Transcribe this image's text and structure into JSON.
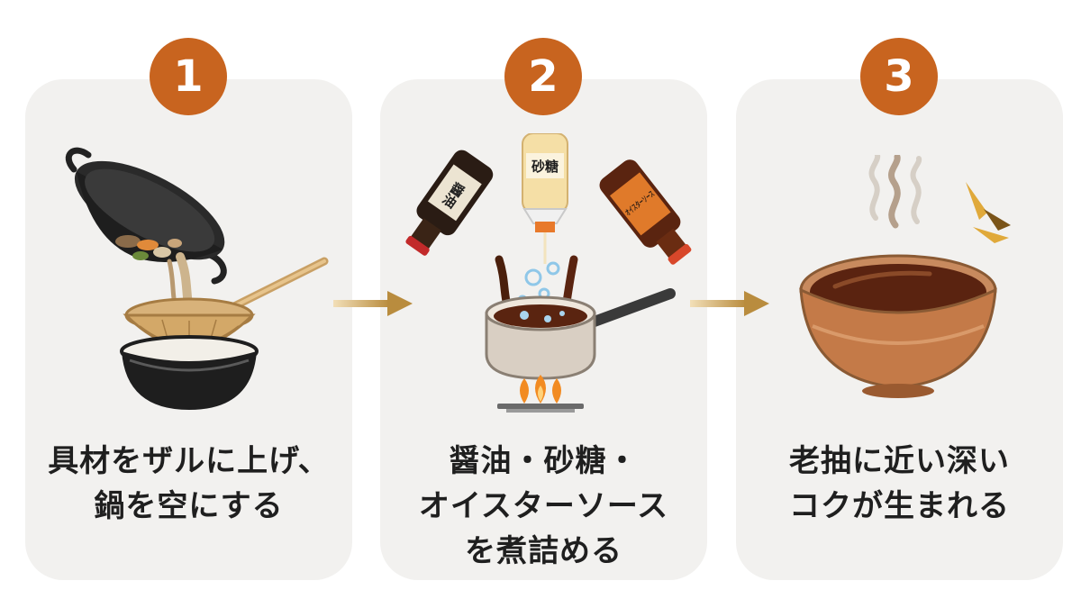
{
  "steps": [
    {
      "number": "1",
      "caption_lines": [
        "具材をザルに上げ、",
        "鍋を空にする"
      ]
    },
    {
      "number": "2",
      "caption_lines": [
        "醤油・砂糖・",
        "オイスターソース",
        "を煮詰める"
      ],
      "bottle_labels": {
        "soy": "醤油",
        "sugar": "砂糖",
        "oyster": "オイスターソース"
      }
    },
    {
      "number": "3",
      "caption_lines": [
        "老抽に近い深い",
        "コクが生まれる"
      ]
    }
  ],
  "colors": {
    "badge": "#c8641f",
    "card": "#f2f1ef",
    "arrow": "#c8a055",
    "sauce": "#5a2310"
  },
  "icons": [
    "wok-icon",
    "strainer-icon",
    "bowl-icon",
    "bottle-icon",
    "saucepan-icon",
    "stove-flame-icon",
    "steam-icon",
    "sauce-bowl-icon",
    "arrow-right-icon"
  ]
}
